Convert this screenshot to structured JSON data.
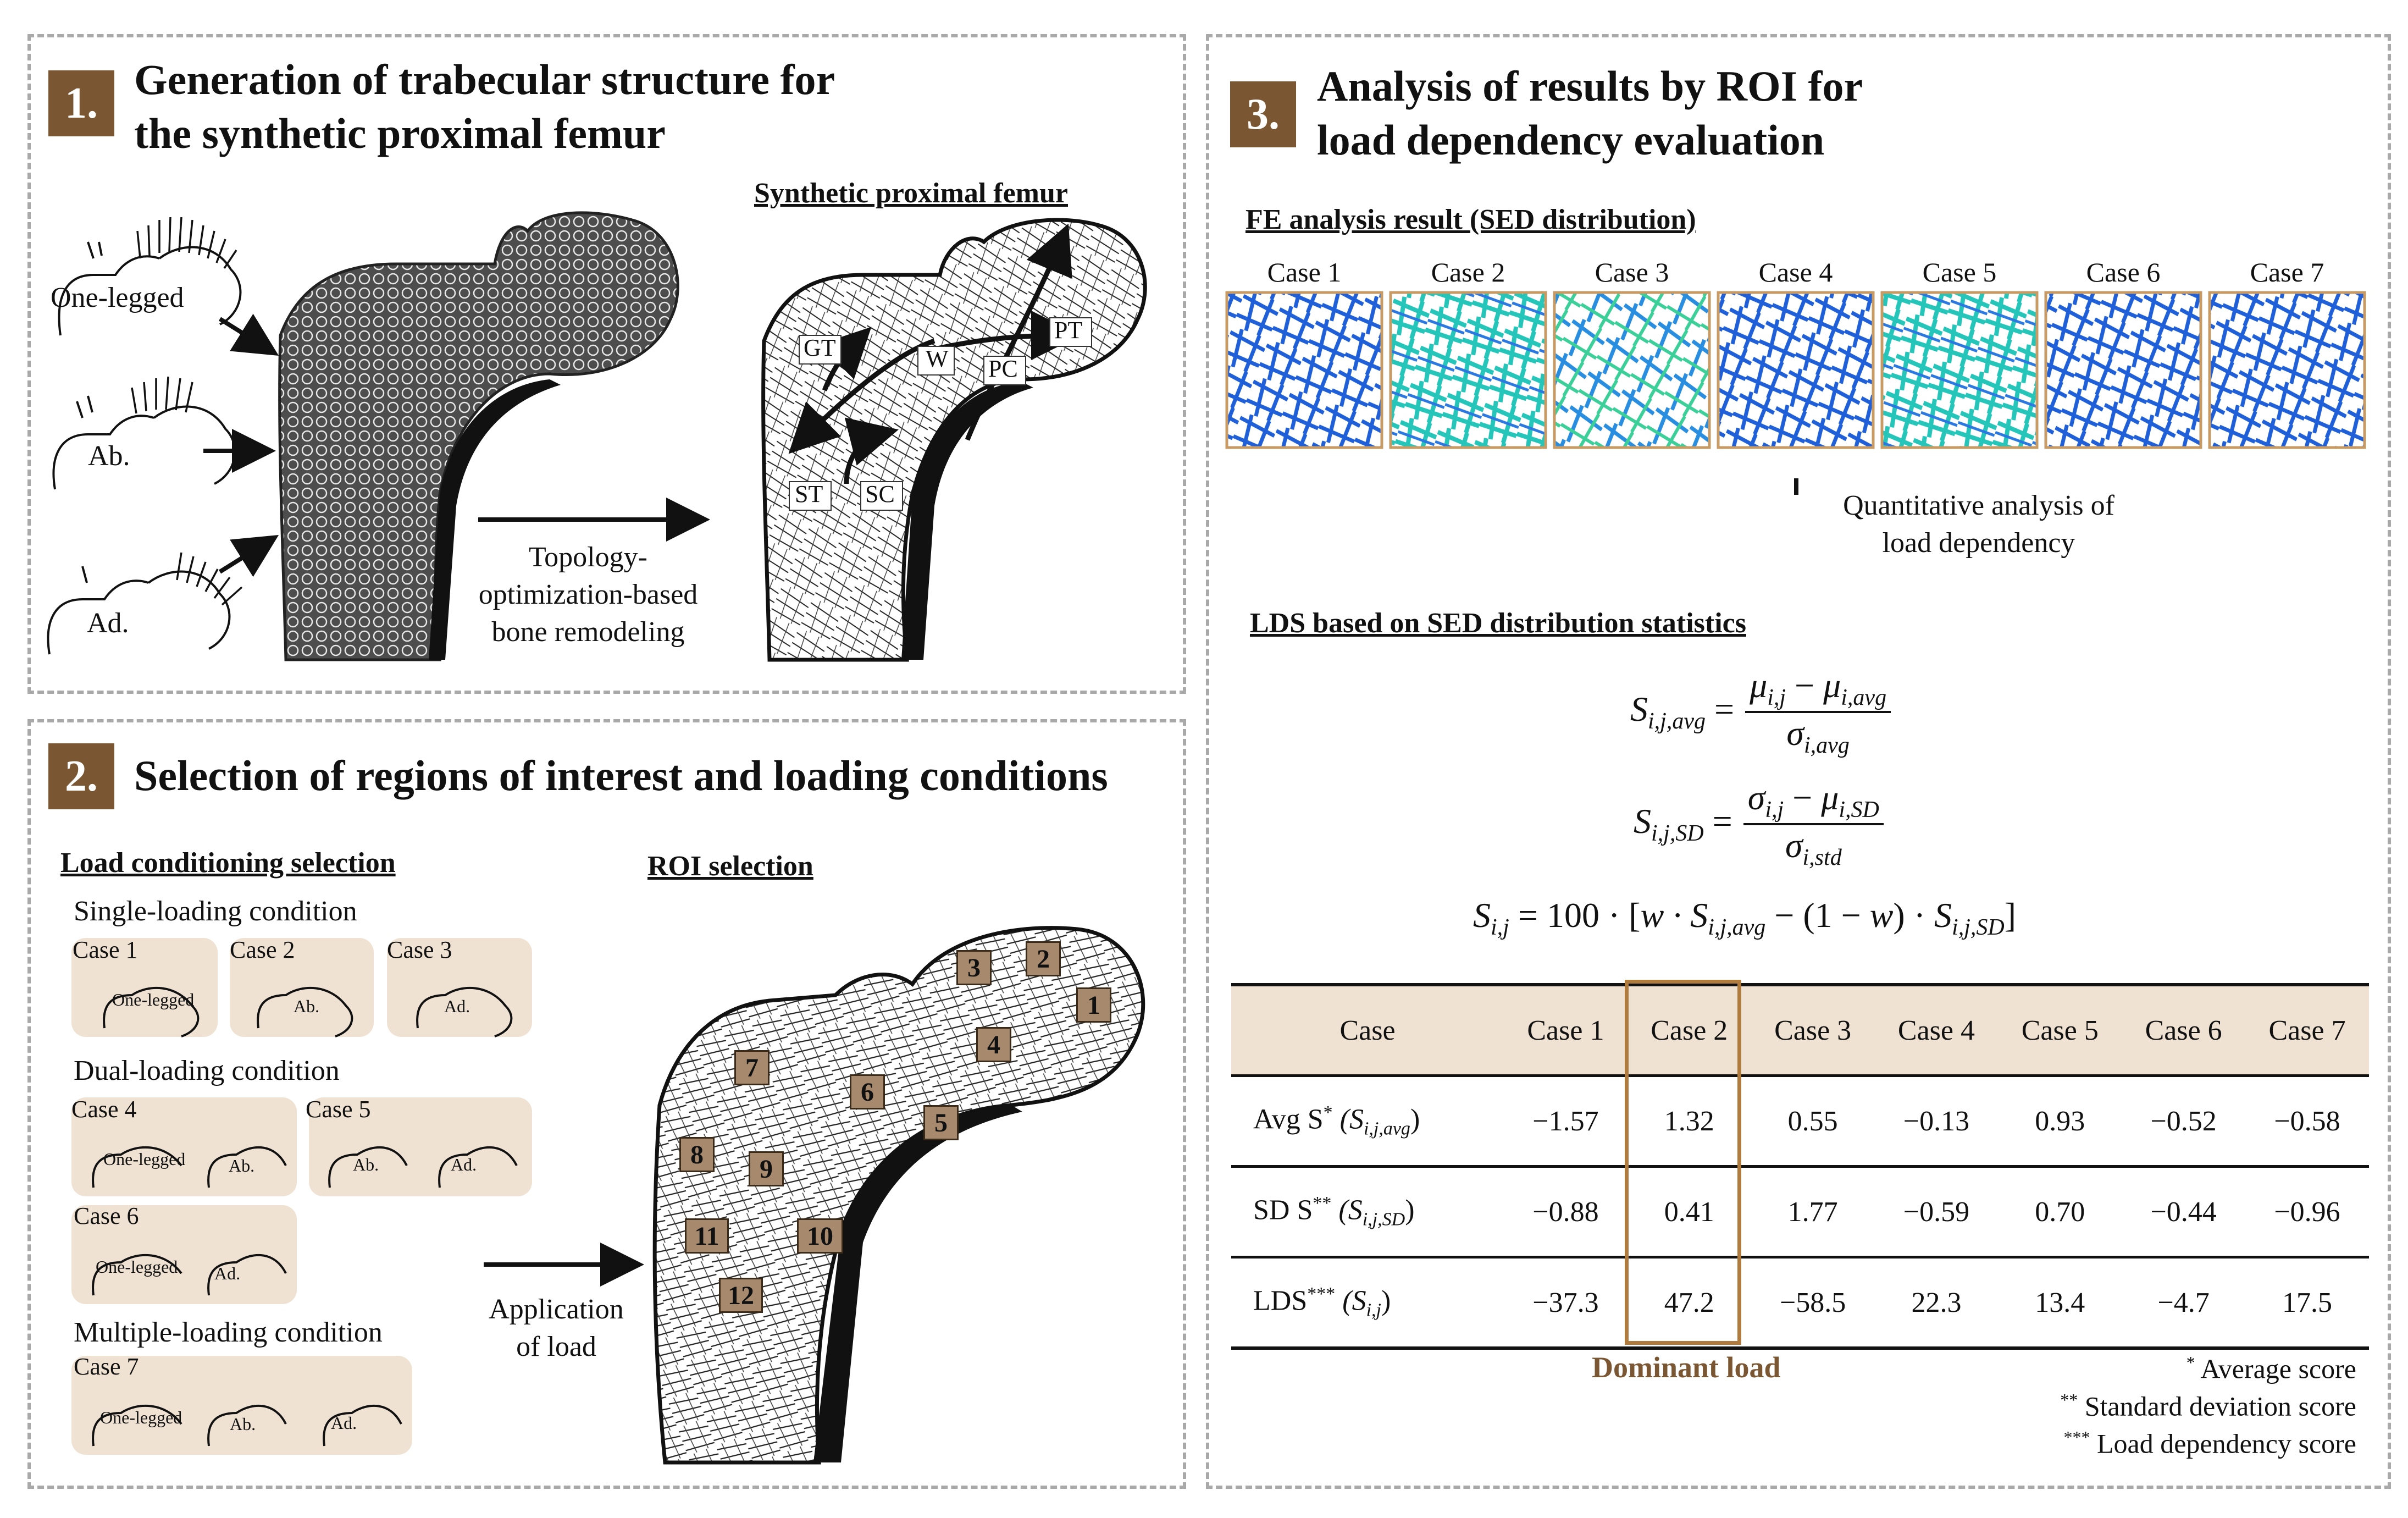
{
  "panel1": {
    "badge": "1.",
    "title_line1": "Generation of trabecular structure for",
    "title_line2": "the synthetic proximal femur",
    "sub_synthetic": "Synthetic proximal femur",
    "load_labels": [
      "One-legged",
      "Ab.",
      "Ad."
    ],
    "process_line1": "Topology-",
    "process_line2": "optimization-based",
    "process_line3": "bone remodeling",
    "region_labels": [
      "GT",
      "W",
      "PC",
      "PT",
      "ST",
      "SC"
    ]
  },
  "panel2": {
    "badge": "2.",
    "title": "Selection of regions of interest and loading conditions",
    "sub_load": "Load conditioning selection",
    "sub_roi": "ROI selection",
    "single": "Single-loading condition",
    "dual": "Dual-loading condition",
    "multiple": "Multiple-loading condition",
    "cases": [
      "Case 1",
      "Case 2",
      "Case 3",
      "Case 4",
      "Case 5",
      "Case 6",
      "Case 7"
    ],
    "mini_labels": {
      "one": "One-legged",
      "ab": "Ab.",
      "ad": "Ad."
    },
    "apply_line1": "Application",
    "apply_line2": "of load",
    "roi_numbers": [
      "1",
      "2",
      "3",
      "4",
      "5",
      "6",
      "7",
      "8",
      "9",
      "10",
      "11",
      "12"
    ]
  },
  "panel3": {
    "badge": "3.",
    "title_line1": "Analysis of results by ROI for",
    "title_line2": "load dependency evaluation",
    "sub_fe": "FE analysis result (SED distribution)",
    "case_labels": [
      "Case 1",
      "Case 2",
      "Case 3",
      "Case 4",
      "Case 5",
      "Case 6",
      "Case 7"
    ],
    "quant_line1": "Quantitative analysis of",
    "quant_line2": "load dependency",
    "sub_lds": "LDS based on SED distribution statistics",
    "table": {
      "header": [
        "Case",
        "Case 1",
        "Case 2",
        "Case 3",
        "Case 4",
        "Case 5",
        "Case 6",
        "Case 7"
      ],
      "rows": [
        {
          "label": "Avg S",
          "label_sup": "*",
          "label_sym": "(S",
          "label_sub": "i,j,avg",
          "values": [
            "−1.57",
            "1.32",
            "0.55",
            "−0.13",
            "0.93",
            "−0.52",
            "−0.58"
          ]
        },
        {
          "label": "SD S",
          "label_sup": "**",
          "label_sym": "(S",
          "label_sub": "i,j,SD",
          "values": [
            "−0.88",
            "0.41",
            "1.77",
            "−0.59",
            "0.70",
            "−0.44",
            "−0.96"
          ]
        },
        {
          "label": "LDS",
          "label_sup": "***",
          "label_sym": "(S",
          "label_sub": "i,j",
          "values": [
            "−37.3",
            "47.2",
            "−58.5",
            "22.3",
            "13.4",
            "−4.7",
            "17.5"
          ]
        }
      ]
    },
    "dominant": "Dominant load",
    "notes": [
      {
        "mark": "*",
        "text": "Average score"
      },
      {
        "mark": "**",
        "text": "Standard deviation score"
      },
      {
        "mark": "***",
        "text": "Load dependency score"
      }
    ],
    "colors": {
      "accent": "#7a5632",
      "highlight_box": "#b07b3f",
      "table_head": "#efe2d2"
    }
  }
}
